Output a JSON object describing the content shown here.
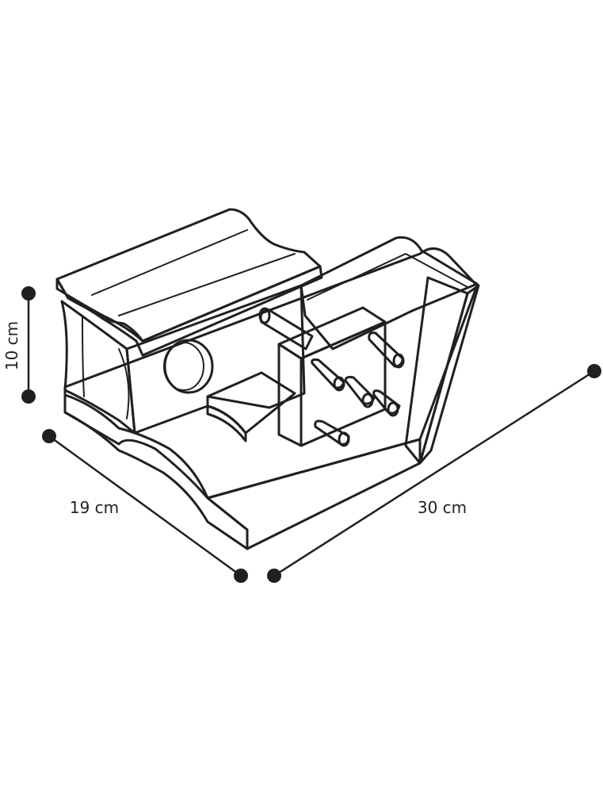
{
  "dimensions": {
    "height_label": "10 cm",
    "depth_label": "19 cm",
    "width_label": "30 cm"
  },
  "colors": {
    "outline": "#231f20",
    "roof_fill": "#a6a7a9",
    "shade_fill": "#d9dadb",
    "hole_fill": "#8e9092",
    "body_fill": "#ffffff"
  }
}
